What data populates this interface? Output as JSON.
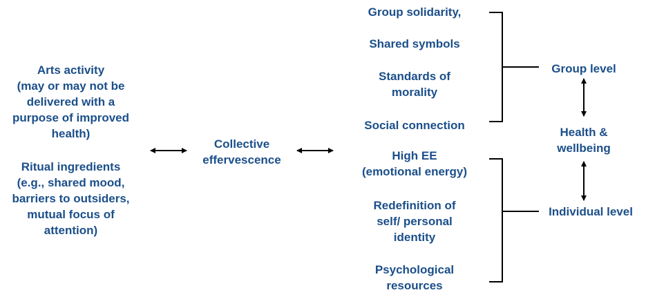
{
  "left": {
    "arts_activity": "Arts activity\n(may or may not be\ndelivered with a\npurpose of improved\nhealth)",
    "ritual_ingredients": "Ritual ingredients\n(e.g., shared mood,\nbarriers to outsiders,\nmutual focus of\nattention)"
  },
  "center": {
    "collective_effervescence": "Collective\neffervescence"
  },
  "outcomes": {
    "group": [
      "Group solidarity,",
      "Shared symbols",
      "Standards of\nmorality",
      "Social connection"
    ],
    "individual": [
      "High EE\n(emotional energy)",
      "Redefinition of\nself/ personal\nidentity",
      "Psychological\nresources"
    ]
  },
  "levels": {
    "group_level": "Group level",
    "health_wellbeing": "Health &\nwellbeing",
    "individual_level": "Individual level"
  },
  "colors": {
    "text": "#1b4f8a",
    "lines": "#000000"
  }
}
